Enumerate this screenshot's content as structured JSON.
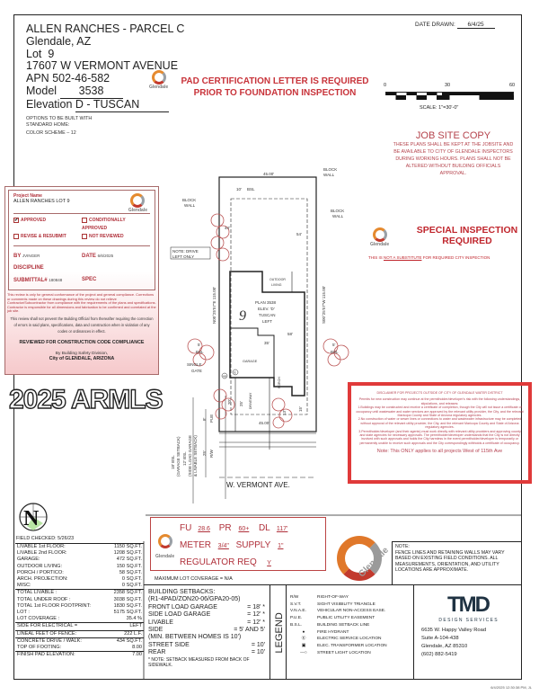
{
  "header": {
    "project": "ALLEN RANCHES - PARCEL C",
    "city": "Glendale, AZ",
    "lot_label": "Lot",
    "lot": "9",
    "address": "17607 W VERMONT AVENUE",
    "apn_label": "APN",
    "apn": "502-46-582",
    "model_label": "Model",
    "model": "3538",
    "elevation_label": "Elevation",
    "elevation": "D - TUSCAN",
    "options1": "OPTIONS TO BE BUILT WITH",
    "options2": "STANDARD HOME:",
    "color_scheme": "COLOR  SCHEME  –  12"
  },
  "date_drawn": {
    "label": "DATE  DRAWN:",
    "value": "6/4/25"
  },
  "pad_cert": {
    "line1": "PAD CERTIFICATION LETTER IS REQUIRED",
    "line2": "PRIOR TO FOUNDATION INSPECTION"
  },
  "logo_text": "Glendale",
  "scale": {
    "ticks": [
      "0",
      "30",
      "60"
    ],
    "label": "SCALE:  1\"=30'-0\""
  },
  "job_site": {
    "title": "JOB SITE COPY",
    "body": "THESE PLANS SHALL BE KEPT AT THE JOBSITE AND BE AVAILABLE TO CITY OF GLENDALE INSPECTORS DURING WORKING HOURS.  PLANS SHALL NOT BE ALTERED WITHOUT BUILDING OFFICIALS APPROVAL."
  },
  "stamp": {
    "project_name_label": "Project Name",
    "project_name": "ALLEN RANCHES LOT 9",
    "approved": "APPROVED",
    "conditionally": "CONDITIONALLY APPROVED",
    "revise": "REVISE & RESUBMIT",
    "not_reviewed": "NOT REVIEWED",
    "by_label": "BY",
    "by": "JVINGER",
    "date_label": "DATE",
    "date": "6/6/2025",
    "discipline": "DISCIPLINE",
    "submittal_label": "SUBMITTAL#",
    "submittal": "180848",
    "spec": "SPEC",
    "disclaimer": "This review is only for general conformance of the project and general compliance. Corrections or comments made on these drawings during this review do not relieve Contractor/Subcontractor from compliance with the requirements of the plans and specifications. Contractor is responsible for all dimensions and fabrication to be confirmed and correlated at the job site.",
    "review_note": "This review shall not prevent the Building Official from thereafter requiring the correction of errors in said plans, specifications, data and construction when in violation of any codes or ordinances in effect.",
    "reviewed": "REVIEWED FOR CONSTRUCTION CODE COMPLIANCE",
    "by_division": "By Building Safety Division,",
    "city": "City of GLENDALE, ARIZONA"
  },
  "special": {
    "line1": "SPECIAL INSPECTION",
    "line2": "REQUIRED",
    "sub_pre": "THIS IS ",
    "sub_u": "NOT A SUBSTITUTE",
    "sub_post": " FOR REQUIRED CITY INSPECTION"
  },
  "plan": {
    "top_width": "45.00'",
    "block_wall": "BLOCK",
    "wall": "WALL",
    "rear_bsl": "10'",
    "bsl": "BSL",
    "dim_44": "44'",
    "dim_54": "54'",
    "note_drive1": "NOTE: DRIVE",
    "note_drive2": "LEFT ONLY",
    "left_bearing": "N00°25'57\"E 115.00'",
    "right_bearing": "S00°25'57\"W 115.00'",
    "outdoor": "OUTDOOR",
    "living": "LIVING",
    "lot_no": "9",
    "plan1": "PLAN 3538",
    "plan2": "ELEV. 'D'",
    "plan3": "TUSCAN",
    "plan4": "LEFT",
    "dim_35": "35'",
    "dim_58": "58'",
    "side_5": "5'",
    "garage": "GARAGE",
    "single": "SINGLE",
    "gate": "GATE",
    "porch": "PORCH",
    "driveway": "DRIVEWAY",
    "dim_20": "20'",
    "dim_25": "25'",
    "dim_13": "13'",
    "dim_15": "15'",
    "bottom_width": "45.00'",
    "pue_dim": "8'",
    "pue": "PUE",
    "rw_dim": "25'",
    "rw": "R/W",
    "street": "W. VERMONT AVE.",
    "bsl18a": "18' BSL",
    "bsl18b": "(GARAGE SETBACK)",
    "bsl12a": "12' BSL",
    "bsl12b": "(SIDE LOAD GARAGE",
    "bsl12c": "& LIVABLE SETBACK)",
    "hb": "HB",
    "e": "E"
  },
  "disclaimer": {
    "title": "DISCLAIMER FOR PROJECTS OUTSIDE OF CITY OF GLENDALE WATER DISTRICT",
    "intro": "Permits for new construction may continue at the permitholder/developer's risk with the following understandings, stipulations, and releases:",
    "p1": "1.Buildings may be constructed and receive a certificate of completion, though the City will not issue a certificate of occupancy until wastewater and water services are approved by the relevant utility provider, the City, and the relevant Maricopa County and State of Arizona regulatory agencies.",
    "p2": "2.No construction of water or sewer lines or connections to water and wastewater infrastructure may be completed without approval of the relevant utility provider, the City, and the relevant Maricopa County and State of Arizona regulatory agencies.",
    "p3": "3.Permitholder/developer (and their agents) must work directly with relevant utility providers and approving county and state agencies for necessary approvals. The permitholder/developer understands that the City is not directly involved with such approvals and holds the City harmless in the event permitholder/developer is temporarily or permanently unable to receive such approvals and the City correspondingly withholds a certificate of occupancy.",
    "note": "Note: This ONLY applies to all projects West of 115th Ave"
  },
  "field_checked": "FIELD CHECKED: 5/26/23",
  "area_table": [
    {
      "group": [
        [
          "LIVABLE 1st FLOOR:",
          "1150 SQ.FT."
        ],
        [
          "LIVABLE 2nd FLOOR:",
          "1208 SQ.FT."
        ],
        [
          "GARAGE:",
          "472 SQ.FT."
        ],
        [
          "OUTDOOR LIVING:",
          "150 SQ.FT."
        ],
        [
          "PORCH / PORTICO:",
          "58 SQ.FT."
        ],
        [
          "ARCH. PROJECTION:",
          "0 SQ.FT."
        ],
        [
          "MISC:",
          "0 SQ.FT."
        ]
      ]
    },
    {
      "group": [
        [
          "TOTAL LIVABLE :",
          "2358 SQ.FT."
        ],
        [
          "TOTAL UNDER ROOF :",
          "3038 SQ.FT."
        ],
        [
          "TOTAL 1st FLOOR FOOTPRINT:",
          "1830 SQ.FT."
        ],
        [
          "LOT :",
          "5175 SQ.FT."
        ],
        [
          "LOT COVERAGE :",
          "35.4 %"
        ]
      ]
    },
    {
      "group": [
        [
          "SIDE FOR ELECTRICAL =",
          "LEFT"
        ]
      ]
    },
    {
      "group": [
        [
          "LINEAL FEET OF FENCE:",
          "222 L.F."
        ]
      ]
    },
    {
      "group": [
        [
          "CONCRETE DRIVE / WALK:",
          "434 SQ.FT."
        ],
        [
          "TOP OF FOOTING:",
          "8.00"
        ]
      ]
    },
    {
      "group": [
        [
          "FINISH PAD ELEVATION:",
          "7.00"
        ]
      ]
    }
  ],
  "utility": {
    "fu_label": "FU",
    "fu": "28.6",
    "pr_label": "PR",
    "pr": "60+",
    "dl_label": "DL",
    "dl": "117'",
    "meter_label": "METER",
    "meter": "3/4\"",
    "supply_label": "SUPPLY",
    "supply": "1\"",
    "reg_label": "REGULATOR REQ",
    "reg": "Y"
  },
  "max_coverage": "MAXIMUM LOT COVERAGE = N/A",
  "setbacks": {
    "title": "BUILDING SETBACKS:",
    "zoning": "(R1-4PAD/ZON20-06/GPA20-05)",
    "rows": [
      [
        "FRONT LOAD GARAGE",
        "= 18' *"
      ],
      [
        "SIDE LOAD GARAGE",
        "= 12' *"
      ],
      [
        "LIVABLE",
        "= 12' *"
      ],
      [
        "SIDE",
        "= 5' AND 5'"
      ]
    ],
    "min": "(MIN. BETWEEN HOMES IS 10')",
    "rows2": [
      [
        "STREET SIDE",
        "= 10'"
      ],
      [
        "REAR",
        "= 10'"
      ]
    ],
    "note": "* NOTE: SETBACK MEASURED FROM BACK OF SIDEWALK."
  },
  "legend": {
    "title": "LEGEND",
    "items": [
      [
        "R/W",
        "RIGHT-OF-WAY"
      ],
      [
        "S.V.T.",
        "SIGHT VISIBILITY TRIANGLE"
      ],
      [
        "V.N.A.E.",
        "VEHICULAR NON-ACCESS EASE."
      ],
      [
        "P.U.E.",
        "PUBLIC UTILITY EASEMENT"
      ],
      [
        "B.S.L.",
        "BUILDING SETBACK LINE"
      ],
      [
        "●",
        "FIRE HYDRANT"
      ],
      [
        "Ⓔ",
        "ELECTRIC SERVICE LOCATION"
      ],
      [
        "▣",
        "ELEC. TRANSFORMER LOCATION"
      ],
      [
        "—○",
        "STREET LIGHT LOCATION"
      ]
    ]
  },
  "note": {
    "title": "NOTE:",
    "body": "FENCE LINES AND RETAINING WALLS MAY VARY BASED ON EXISTING FIELD CONDITIONS.  ALL MEASUREMENTS, ORIENTATION, AND UTILITY LOCATIONS ARE APPROXIMATE."
  },
  "tmd": {
    "logo": "TMD",
    "sub": "D E S I G N   S E R V I C E S",
    "addr1": "6635 W. Happy Valley Road",
    "addr2": "Suite A-104-438",
    "addr3": "Glendale, AZ 85310",
    "phone": "(602) 882-5419"
  },
  "timestamp": "6/4/2025 12:30:38 PM, JL",
  "watermark": "2025 ARMLS"
}
